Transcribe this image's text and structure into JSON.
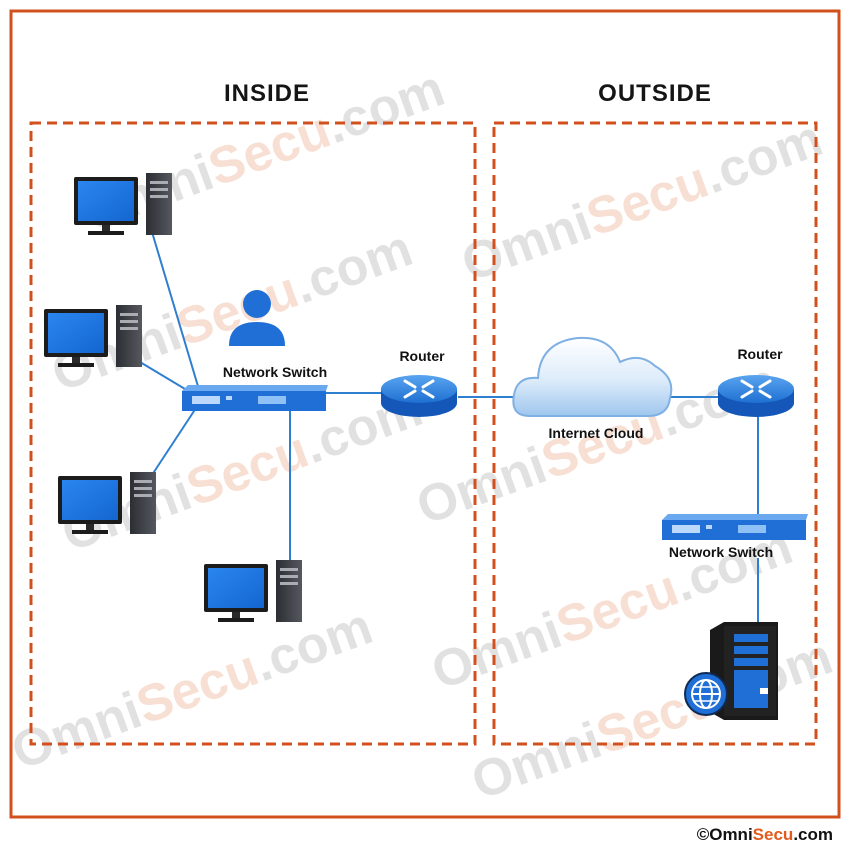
{
  "zones": {
    "inside": {
      "title": "INSIDE"
    },
    "outside": {
      "title": "OUTSIDE"
    }
  },
  "labels": {
    "inside_switch": "Network Switch",
    "inside_router": "Router",
    "internet_cloud": "Internet Cloud",
    "outside_router": "Router",
    "outside_switch": "Network Switch"
  },
  "watermark": {
    "omni": "Omni",
    "secu": "Secu",
    "dotcom": ".com"
  },
  "copyright": {
    "symbol": "©",
    "omni": "Omni",
    "secu": "Secu",
    "dotcom": ".com"
  },
  "colors": {
    "frame": "#d2501e",
    "zone_border": "#d2501e",
    "link": "#2f7fd0",
    "device_blue": "#1f6fd6",
    "tower_dark": "#3a3d42"
  }
}
